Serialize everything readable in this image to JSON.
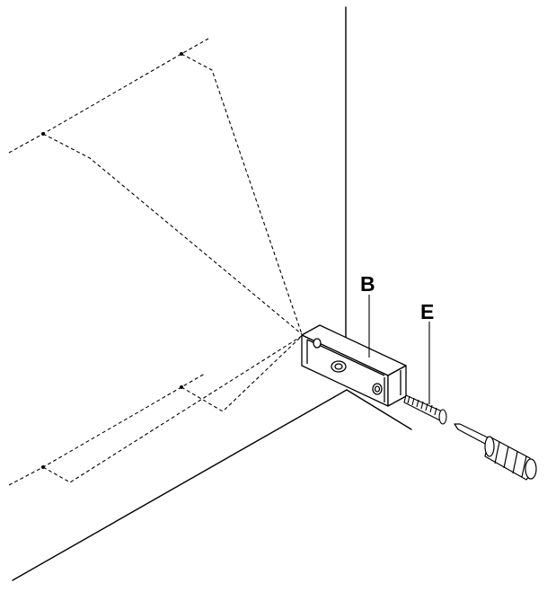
{
  "figure": {
    "callouts": [
      {
        "id": "bracket",
        "label": "B"
      },
      {
        "id": "screw",
        "label": "E"
      }
    ],
    "colors": {
      "line": "#000000",
      "background": "#ffffff"
    },
    "icons": [
      "bracket-icon",
      "screw-icon",
      "screwdriver-icon"
    ]
  }
}
